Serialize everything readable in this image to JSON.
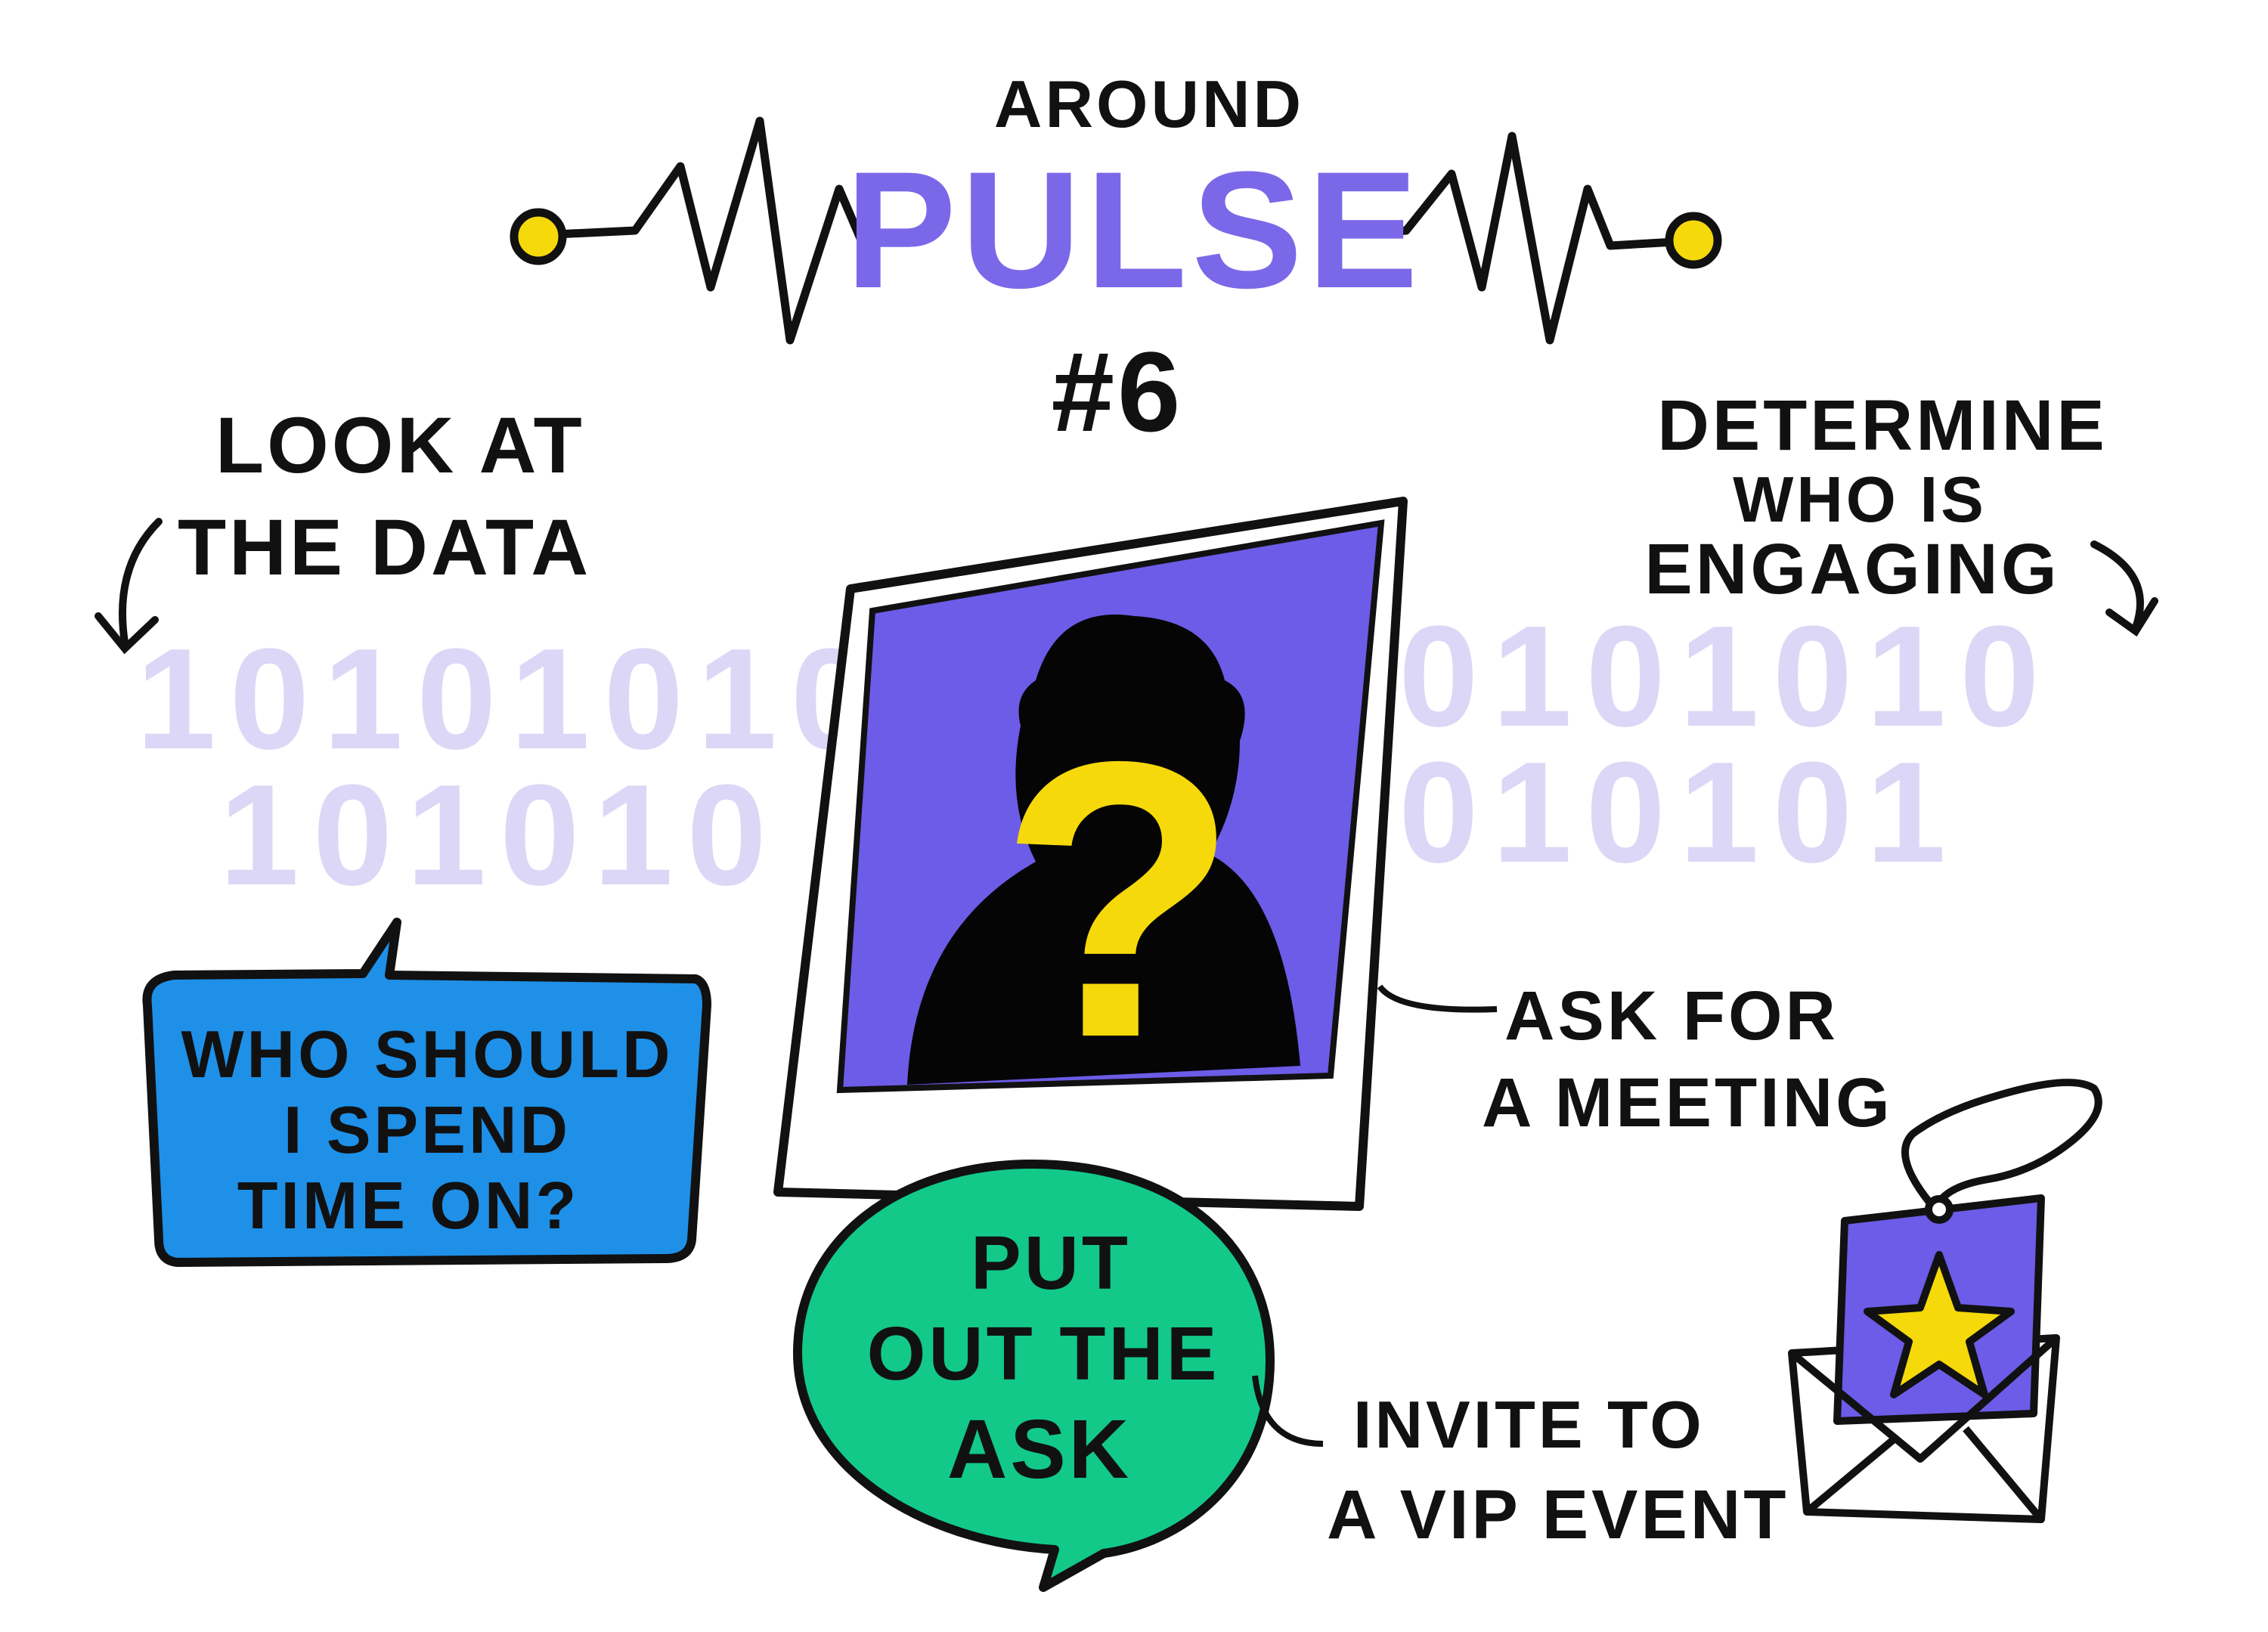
{
  "header": {
    "pre_title": "AROUND",
    "title": "PULSE",
    "number": "#6"
  },
  "steps": {
    "look_at_data": [
      "LOOK AT",
      "THE DATA"
    ],
    "determine": [
      "DETERMINE",
      "WHO IS",
      "ENGAGING"
    ],
    "ask_meeting": [
      "ASK FOR",
      "A MEETING"
    ],
    "invite_vip": [
      "INVITE TO",
      "A VIP EVENT"
    ]
  },
  "question_box": [
    "WHO SHOULD",
    "I SPEND",
    "TIME ON?"
  ],
  "ask_bubble": [
    "PUT",
    "OUT THE",
    "ASK"
  ],
  "binary": {
    "left_row1": "10101010",
    "left_row2": "101010",
    "right_row1": "0101010",
    "right_row2": "010101"
  },
  "colors": {
    "title_purple": "#7b68e8",
    "photo_purple": "#6c5ce7",
    "question_blue": "#1e90e8",
    "bubble_green": "#12c98a",
    "pulse_dot_yellow": "#f5d90a",
    "binary_lavender": "#dcd7f6"
  },
  "icons": [
    "heartbeat-line",
    "mystery-person-photo",
    "question-mark",
    "envelope-with-star-tag"
  ]
}
